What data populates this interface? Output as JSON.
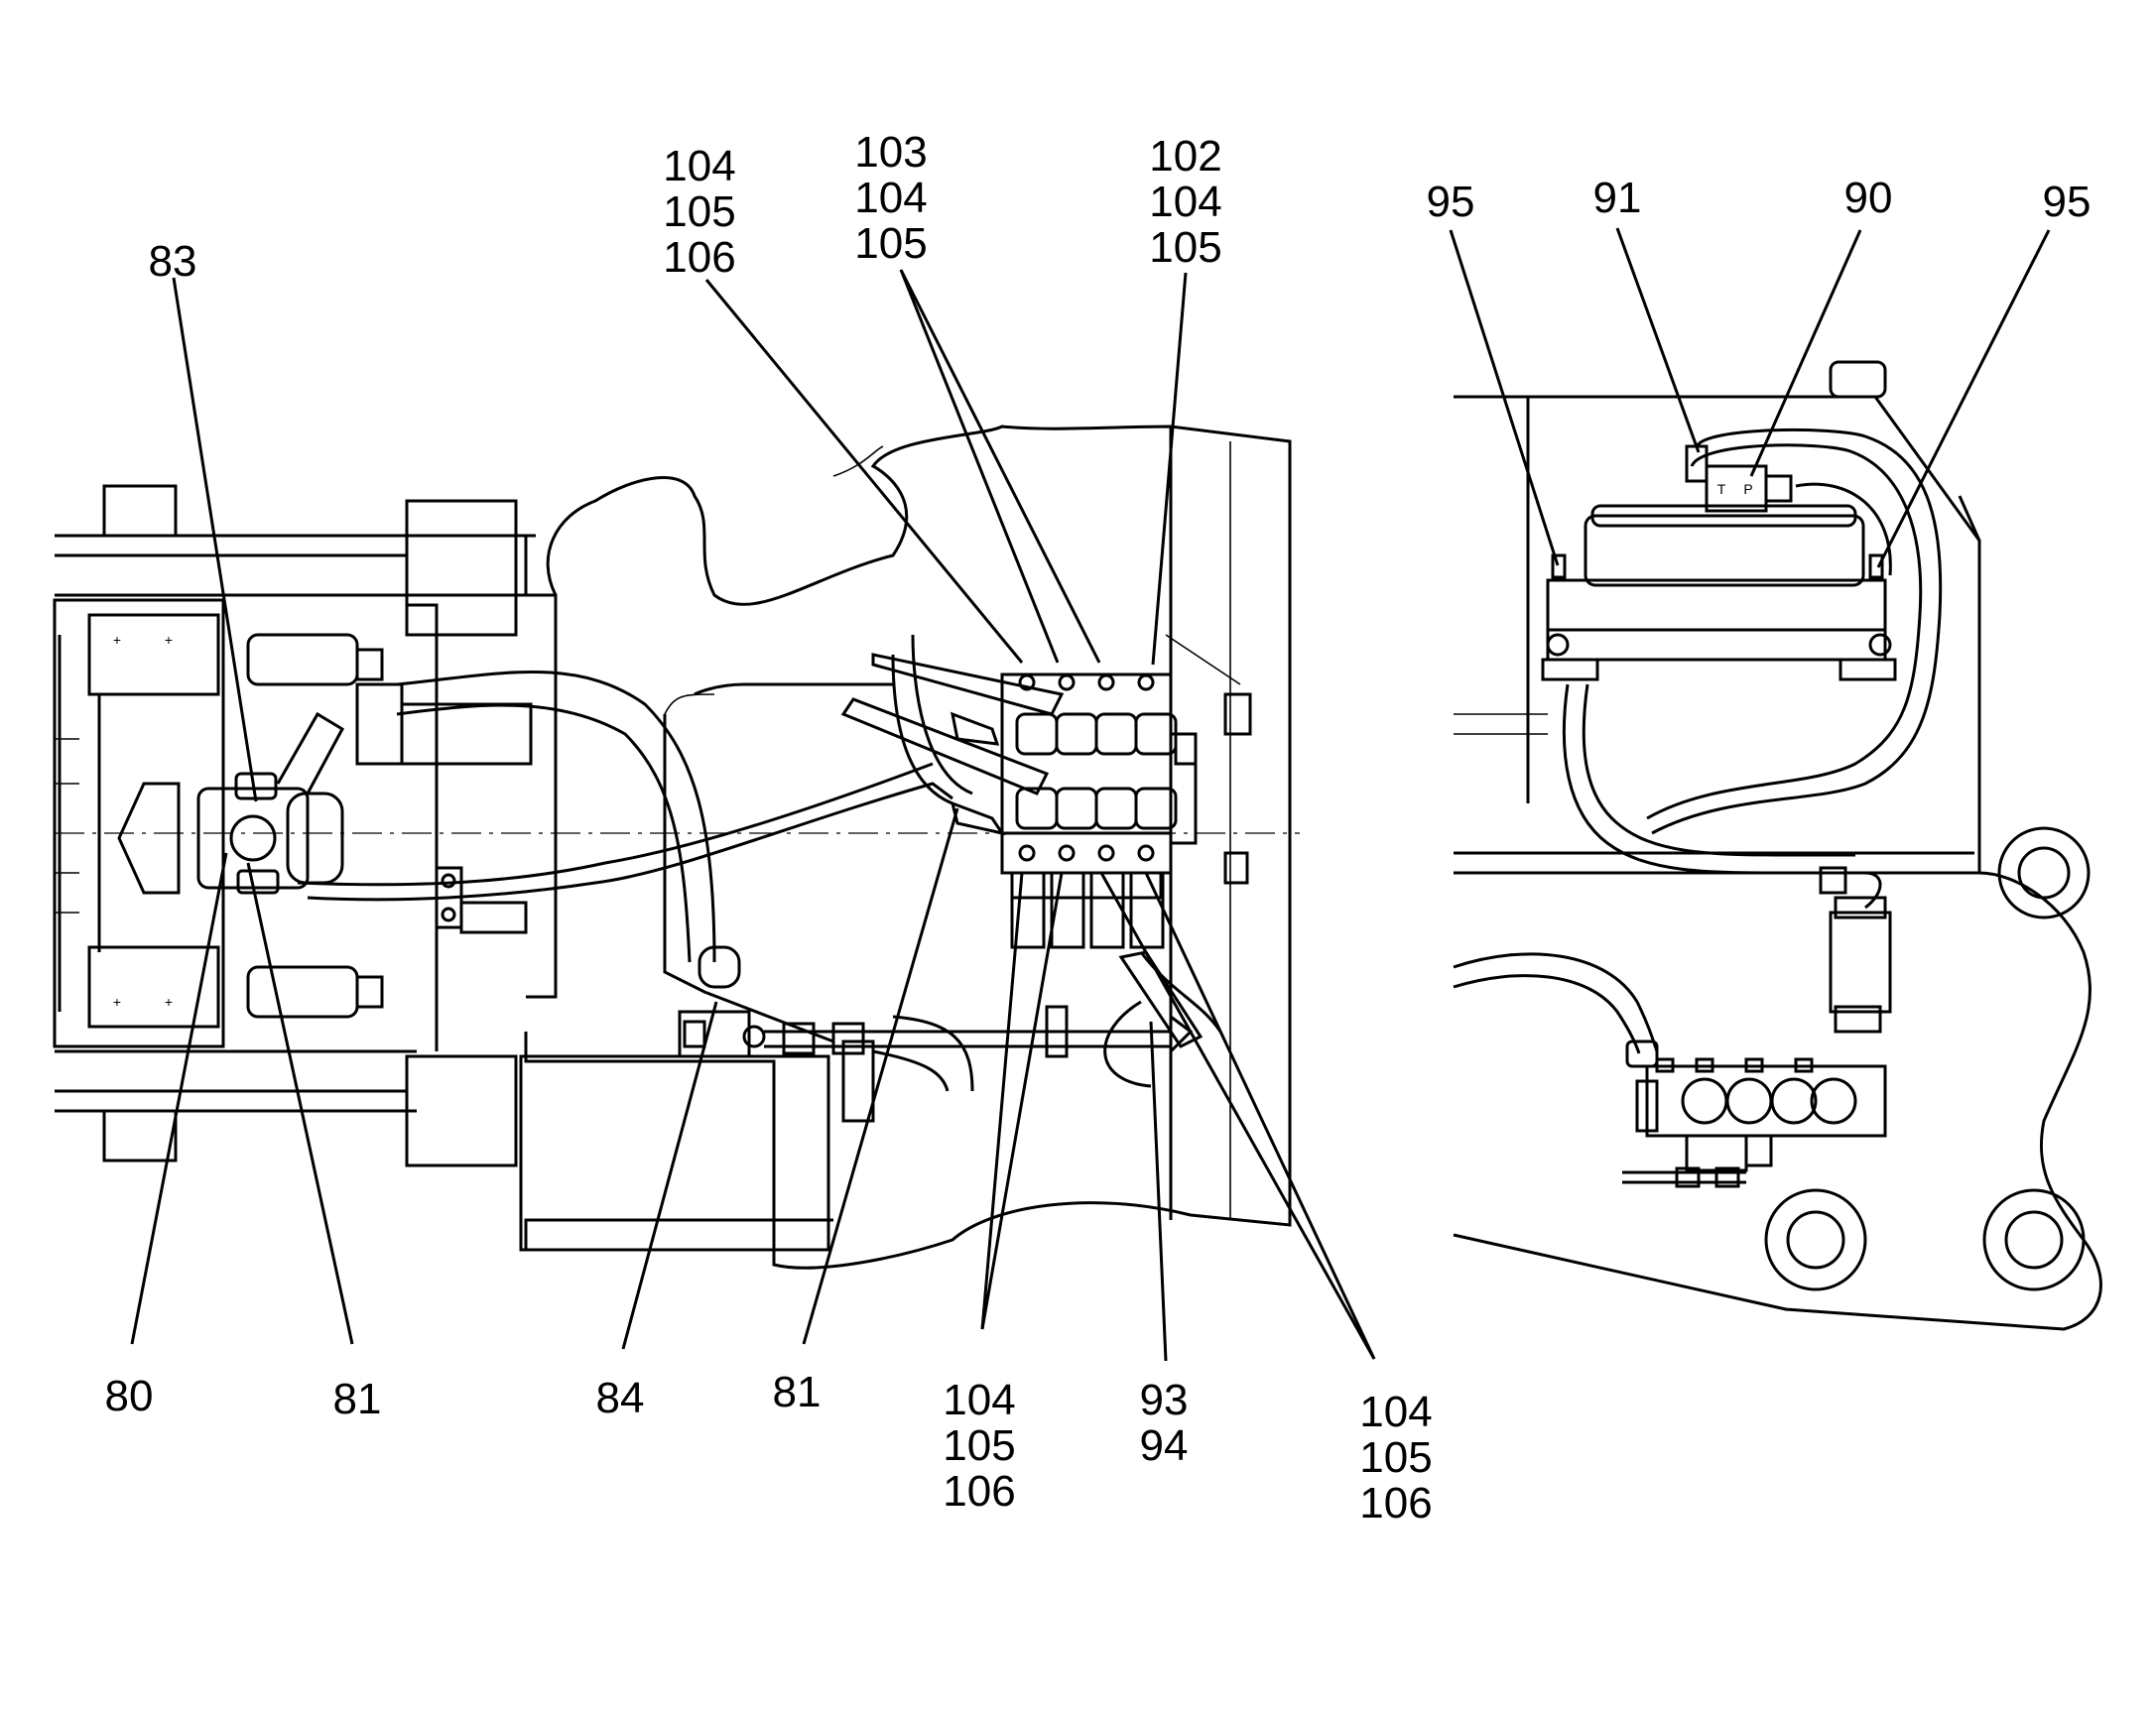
{
  "labels": {
    "l83": "83",
    "l80": "80",
    "l81a": "81",
    "l84": "84",
    "l81b": "81",
    "tl1": "104",
    "tl2": "105",
    "tl3": "106",
    "tm1": "103",
    "tm2": "104",
    "tm3": "105",
    "tr1": "102",
    "tr2": "104",
    "tr3": "105",
    "bm1": "104",
    "bm2": "105",
    "bm3": "106",
    "b93": "93",
    "b94": "94",
    "br1": "104",
    "br2": "105",
    "br3": "106",
    "r95a": "95",
    "r91": "91",
    "r90": "90",
    "r95b": "95"
  },
  "valve_marks": {
    "t": "T",
    "p": "P"
  }
}
